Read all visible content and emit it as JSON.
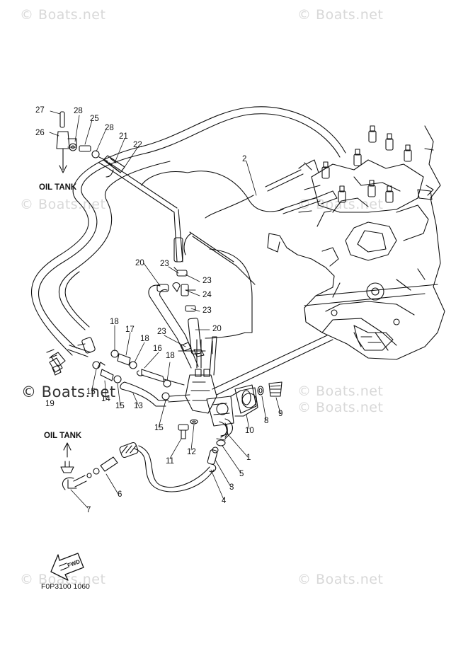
{
  "watermarks": [
    {
      "id": "wm1",
      "text": "© Boats.net"
    },
    {
      "id": "wm2",
      "text": "© Boats.net"
    },
    {
      "id": "wm3",
      "text": "© Boats.net"
    },
    {
      "id": "wm4",
      "text": "© Boats.net"
    },
    {
      "id": "wm5",
      "text": "© Boats.net"
    },
    {
      "id": "wm6",
      "text": "© Boats.net"
    },
    {
      "id": "wm7",
      "text": "© Boats.net"
    },
    {
      "id": "wm8",
      "text": "© Boats.net"
    },
    {
      "id": "wm9",
      "text": "© Boats.net"
    }
  ],
  "captions": {
    "oil_tank_top": "OIL TANK",
    "oil_tank_bottom": "OIL TANK",
    "fwd": "FWD",
    "drawing_code": "F0P3100 1060"
  },
  "callouts": [
    {
      "id": "c27",
      "text": "27"
    },
    {
      "id": "c28a",
      "text": "28"
    },
    {
      "id": "c25",
      "text": "25"
    },
    {
      "id": "c26",
      "text": "26"
    },
    {
      "id": "c28b",
      "text": "28"
    },
    {
      "id": "c21",
      "text": "21"
    },
    {
      "id": "c22",
      "text": "22"
    },
    {
      "id": "c2",
      "text": "2"
    },
    {
      "id": "c20a",
      "text": "20"
    },
    {
      "id": "c23a",
      "text": "23"
    },
    {
      "id": "c23b",
      "text": "23"
    },
    {
      "id": "c24",
      "text": "24"
    },
    {
      "id": "c23c",
      "text": "23"
    },
    {
      "id": "c20b",
      "text": "20"
    },
    {
      "id": "c23d",
      "text": "23"
    },
    {
      "id": "c18a",
      "text": "18"
    },
    {
      "id": "c17",
      "text": "17"
    },
    {
      "id": "c18b",
      "text": "18"
    },
    {
      "id": "c16",
      "text": "16"
    },
    {
      "id": "c18c",
      "text": "18"
    },
    {
      "id": "c19",
      "text": "19"
    },
    {
      "id": "c15a",
      "text": "15"
    },
    {
      "id": "c14",
      "text": "14"
    },
    {
      "id": "c15b",
      "text": "15"
    },
    {
      "id": "c13",
      "text": "13"
    },
    {
      "id": "c15c",
      "text": "15"
    },
    {
      "id": "c10",
      "text": "10"
    },
    {
      "id": "c8",
      "text": "8"
    },
    {
      "id": "c9",
      "text": "9"
    },
    {
      "id": "c1",
      "text": "1"
    },
    {
      "id": "c12",
      "text": "12"
    },
    {
      "id": "c11",
      "text": "11"
    },
    {
      "id": "c5",
      "text": "5"
    },
    {
      "id": "c3",
      "text": "3"
    },
    {
      "id": "c4",
      "text": "4"
    },
    {
      "id": "c6",
      "text": "6"
    },
    {
      "id": "c7",
      "text": "7"
    }
  ]
}
